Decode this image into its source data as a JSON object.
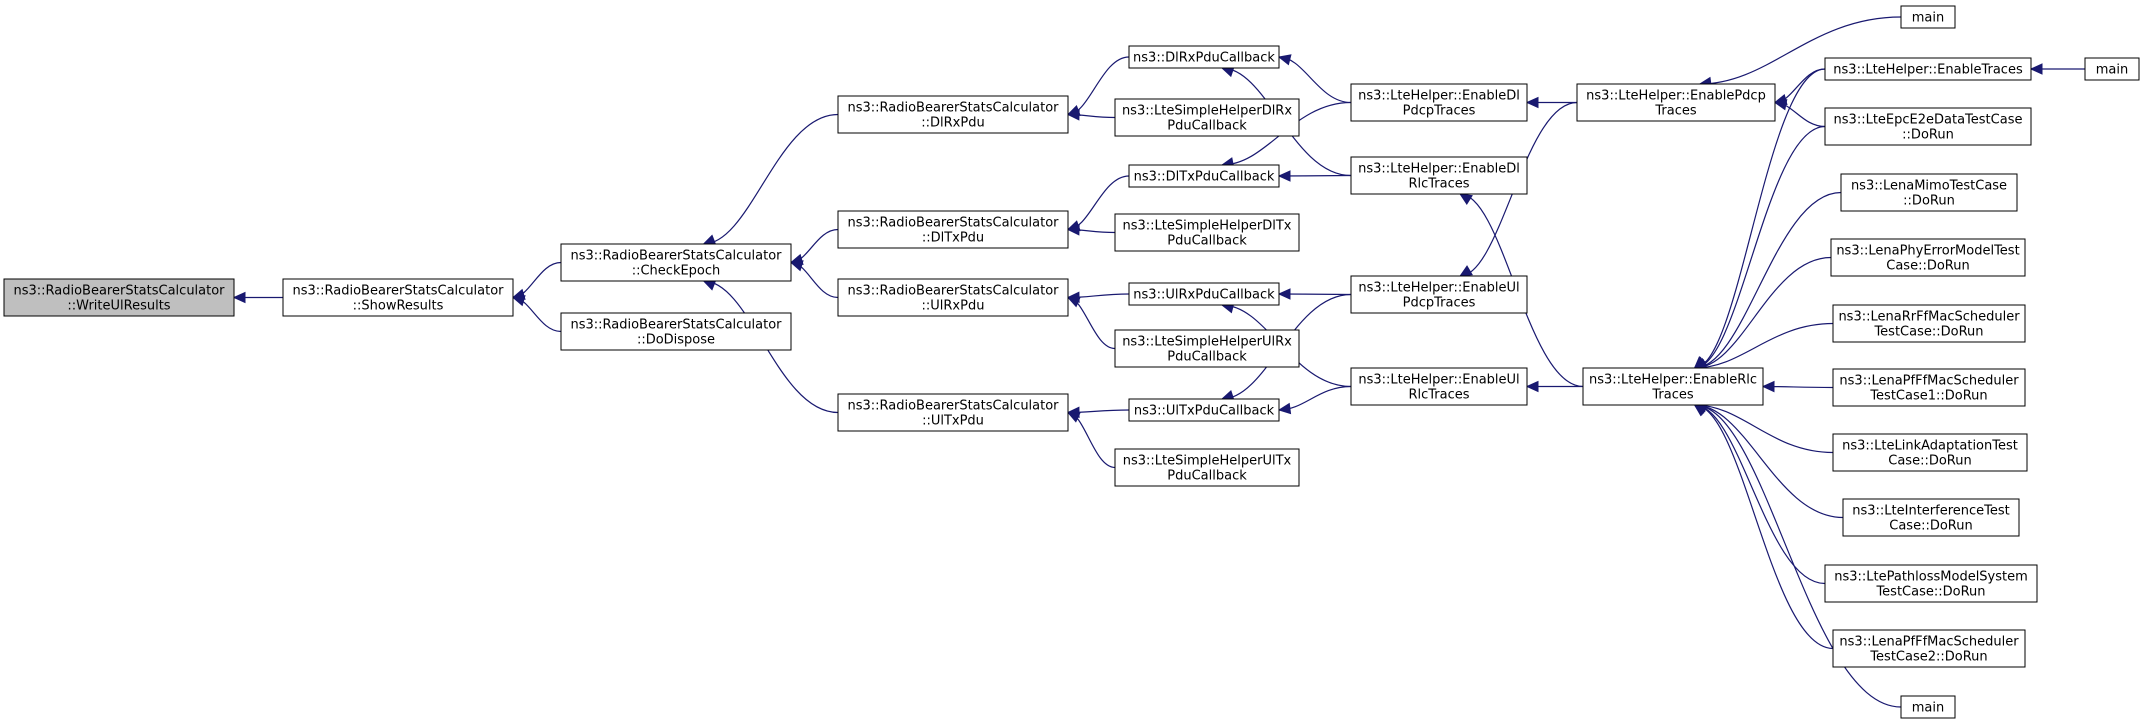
{
  "diagram": {
    "type": "call-graph",
    "colors": {
      "edge": "#191970",
      "node_fill": "#ffffff",
      "root_fill": "#bfbfbf",
      "border": "#000000"
    },
    "nodes": [
      {
        "id": "writeul",
        "lines": [
          "ns3::RadioBearerStatsCalculator",
          "::WriteUlResults"
        ],
        "root": true
      },
      {
        "id": "showresults",
        "lines": [
          "ns3::RadioBearerStatsCalculator",
          "::ShowResults"
        ]
      },
      {
        "id": "checkepoch",
        "lines": [
          "ns3::RadioBearerStatsCalculator",
          "::CheckEpoch"
        ]
      },
      {
        "id": "dodispose",
        "lines": [
          "ns3::RadioBearerStatsCalculator",
          "::DoDispose"
        ]
      },
      {
        "id": "dlrxpdu",
        "lines": [
          "ns3::RadioBearerStatsCalculator",
          "::DlRxPdu"
        ]
      },
      {
        "id": "dltxpdu",
        "lines": [
          "ns3::RadioBearerStatsCalculator",
          "::DlTxPdu"
        ]
      },
      {
        "id": "ulrxpdu",
        "lines": [
          "ns3::RadioBearerStatsCalculator",
          "::UlRxPdu"
        ]
      },
      {
        "id": "ultxpdu",
        "lines": [
          "ns3::RadioBearerStatsCalculator",
          "::UlTxPdu"
        ]
      },
      {
        "id": "dlrxcb",
        "lines": [
          "ns3::DlRxPduCallback"
        ]
      },
      {
        "id": "simpledlrx",
        "lines": [
          "ns3::LteSimpleHelperDlRx",
          "PduCallback"
        ]
      },
      {
        "id": "dltxcb",
        "lines": [
          "ns3::DlTxPduCallback"
        ]
      },
      {
        "id": "simpledltx",
        "lines": [
          "ns3::LteSimpleHelperDlTx",
          "PduCallback"
        ]
      },
      {
        "id": "ulrxcb",
        "lines": [
          "ns3::UlRxPduCallback"
        ]
      },
      {
        "id": "simpleulrx",
        "lines": [
          "ns3::LteSimpleHelperUlRx",
          "PduCallback"
        ]
      },
      {
        "id": "ultxcb",
        "lines": [
          "ns3::UlTxPduCallback"
        ]
      },
      {
        "id": "simpleultx",
        "lines": [
          "ns3::LteSimpleHelperUlTx",
          "PduCallback"
        ]
      },
      {
        "id": "enabledlpdcp",
        "lines": [
          "ns3::LteHelper::EnableDl",
          "PdcpTraces"
        ]
      },
      {
        "id": "enabledlrlc",
        "lines": [
          "ns3::LteHelper::EnableDl",
          "RlcTraces"
        ]
      },
      {
        "id": "enableulpdcp",
        "lines": [
          "ns3::LteHelper::EnableUl",
          "PdcpTraces"
        ]
      },
      {
        "id": "enableulrlc",
        "lines": [
          "ns3::LteHelper::EnableUl",
          "RlcTraces"
        ]
      },
      {
        "id": "enablepdcp",
        "lines": [
          "ns3::LteHelper::EnablePdcp",
          "Traces"
        ]
      },
      {
        "id": "enablerlc",
        "lines": [
          "ns3::LteHelper::EnableRlc",
          "Traces"
        ]
      },
      {
        "id": "main_top",
        "lines": [
          "main"
        ]
      },
      {
        "id": "enabletraces",
        "lines": [
          "ns3::LteHelper::EnableTraces"
        ]
      },
      {
        "id": "main_right",
        "lines": [
          "main"
        ]
      },
      {
        "id": "epce2e",
        "lines": [
          "ns3::LteEpcE2eDataTestCase",
          "::DoRun"
        ]
      },
      {
        "id": "lenamimo",
        "lines": [
          "ns3::LenaMimoTestCase",
          "::DoRun"
        ]
      },
      {
        "id": "lenaphyerror",
        "lines": [
          "ns3::LenaPhyErrorModelTest",
          "Case::DoRun"
        ]
      },
      {
        "id": "lenarrff",
        "lines": [
          "ns3::LenaRrFfMacScheduler",
          "TestCase::DoRun"
        ]
      },
      {
        "id": "lenapfff1",
        "lines": [
          "ns3::LenaPfFfMacScheduler",
          "TestCase1::DoRun"
        ]
      },
      {
        "id": "linkadapt",
        "lines": [
          "ns3::LteLinkAdaptationTest",
          "Case::DoRun"
        ]
      },
      {
        "id": "interference",
        "lines": [
          "ns3::LteInterferenceTest",
          "Case::DoRun"
        ]
      },
      {
        "id": "pathloss",
        "lines": [
          "ns3::LtePathlossModelSystem",
          "TestCase::DoRun"
        ]
      },
      {
        "id": "lenapfff2",
        "lines": [
          "ns3::LenaPfFfMacScheduler",
          "TestCase2::DoRun"
        ]
      },
      {
        "id": "main_bottom",
        "lines": [
          "main"
        ]
      }
    ],
    "edges": [
      {
        "from": "showresults",
        "to": "writeul"
      },
      {
        "from": "checkepoch",
        "to": "showresults"
      },
      {
        "from": "dodispose",
        "to": "showresults"
      },
      {
        "from": "dlrxpdu",
        "to": "checkepoch"
      },
      {
        "from": "dltxpdu",
        "to": "checkepoch"
      },
      {
        "from": "ulrxpdu",
        "to": "checkepoch"
      },
      {
        "from": "ultxpdu",
        "to": "checkepoch"
      },
      {
        "from": "dlrxcb",
        "to": "dlrxpdu"
      },
      {
        "from": "simpledlrx",
        "to": "dlrxpdu"
      },
      {
        "from": "dltxcb",
        "to": "dltxpdu"
      },
      {
        "from": "simpledltx",
        "to": "dltxpdu"
      },
      {
        "from": "ulrxcb",
        "to": "ulrxpdu"
      },
      {
        "from": "simpleulrx",
        "to": "ulrxpdu"
      },
      {
        "from": "ultxcb",
        "to": "ultxpdu"
      },
      {
        "from": "simpleultx",
        "to": "ultxpdu"
      },
      {
        "from": "enabledlpdcp",
        "to": "dlrxcb"
      },
      {
        "from": "enabledlrlc",
        "to": "dlrxcb"
      },
      {
        "from": "enabledlpdcp",
        "to": "dltxcb"
      },
      {
        "from": "enabledlrlc",
        "to": "dltxcb"
      },
      {
        "from": "enableulpdcp",
        "to": "ulrxcb"
      },
      {
        "from": "enableulrlc",
        "to": "ulrxcb"
      },
      {
        "from": "enableulpdcp",
        "to": "ultxcb"
      },
      {
        "from": "enableulrlc",
        "to": "ultxcb"
      },
      {
        "from": "enablepdcp",
        "to": "enabledlpdcp"
      },
      {
        "from": "enablepdcp",
        "to": "enableulpdcp"
      },
      {
        "from": "enablerlc",
        "to": "enabledlrlc"
      },
      {
        "from": "enablerlc",
        "to": "enableulrlc"
      },
      {
        "from": "main_top",
        "to": "enablepdcp"
      },
      {
        "from": "enabletraces",
        "to": "enablepdcp"
      },
      {
        "from": "epce2e",
        "to": "enablepdcp"
      },
      {
        "from": "main_right",
        "to": "enabletraces"
      },
      {
        "from": "enabletraces",
        "to": "enablerlc"
      },
      {
        "from": "epce2e",
        "to": "enablerlc"
      },
      {
        "from": "lenamimo",
        "to": "enablerlc"
      },
      {
        "from": "lenaphyerror",
        "to": "enablerlc"
      },
      {
        "from": "lenarrff",
        "to": "enablerlc"
      },
      {
        "from": "lenapfff1",
        "to": "enablerlc"
      },
      {
        "from": "linkadapt",
        "to": "enablerlc"
      },
      {
        "from": "interference",
        "to": "enablerlc"
      },
      {
        "from": "pathloss",
        "to": "enablerlc"
      },
      {
        "from": "lenapfff2",
        "to": "enablerlc"
      },
      {
        "from": "main_bottom",
        "to": "enablerlc"
      }
    ]
  }
}
